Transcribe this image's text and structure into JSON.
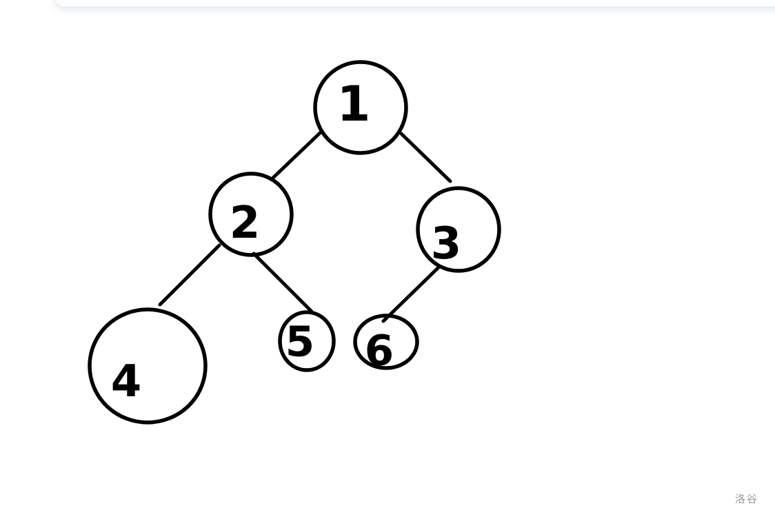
{
  "page": {
    "background": "#ffffff",
    "watermark_text": "洛谷",
    "watermark_color": "#9a9a9a"
  },
  "diagram": {
    "type": "binary-tree",
    "description": "Hand-drawn binary tree of 6 numbered nodes on a white canvas",
    "stroke_color": "#000000",
    "node_fill": "#ffffff",
    "nodes": [
      {
        "id": "1",
        "label": "1",
        "parent": null,
        "side": "root"
      },
      {
        "id": "2",
        "label": "2",
        "parent": "1",
        "side": "left"
      },
      {
        "id": "3",
        "label": "3",
        "parent": "1",
        "side": "right"
      },
      {
        "id": "4",
        "label": "4",
        "parent": "2",
        "side": "left"
      },
      {
        "id": "5",
        "label": "5",
        "parent": "2",
        "side": "right"
      },
      {
        "id": "6",
        "label": "6",
        "parent": "3",
        "side": "left"
      }
    ],
    "edges": [
      {
        "from": "1",
        "to": "2"
      },
      {
        "from": "1",
        "to": "3"
      },
      {
        "from": "2",
        "to": "4"
      },
      {
        "from": "2",
        "to": "5"
      },
      {
        "from": "3",
        "to": "6"
      }
    ]
  }
}
